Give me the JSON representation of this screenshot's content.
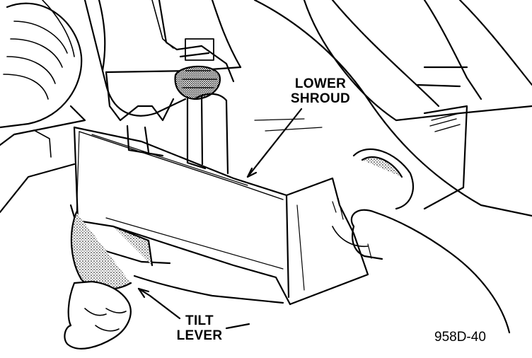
{
  "figure": {
    "callouts": {
      "lower_shroud_line1": "LOWER",
      "lower_shroud_line2": "SHROUD",
      "tilt_lever_line1": "TILT",
      "tilt_lever_line2": "LEVER"
    },
    "figure_id": "958D-40"
  },
  "style": {
    "ink": "#000000",
    "paper": "#ffffff"
  }
}
